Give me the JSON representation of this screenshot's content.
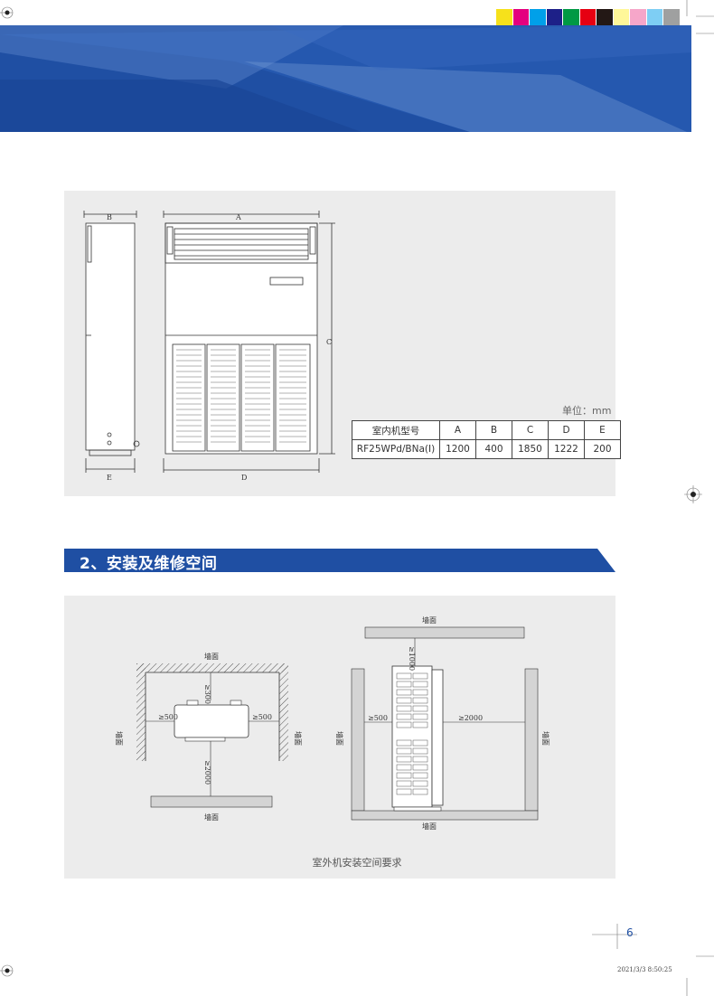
{
  "colors": {
    "banner_blue": "#1f4fa3",
    "panel_gray": "#ececec",
    "swatches": [
      "#f6e11b",
      "#e4007f",
      "#00a0e9",
      "#1d2088",
      "#009944",
      "#e60012",
      "#231815",
      "#fff799",
      "#f6a6c9",
      "#7ecef4",
      "#9fa0a0"
    ]
  },
  "dimension_labels": {
    "a": "A",
    "b": "B",
    "c": "C",
    "d": "D",
    "e": "E"
  },
  "spec_table": {
    "unit_label": "单位：mm",
    "headers": [
      "室内机型号",
      "A",
      "B",
      "C",
      "D",
      "E"
    ],
    "rows": [
      [
        "RF25WPd/BNa(I)",
        "1200",
        "400",
        "1850",
        "1222",
        "200"
      ]
    ]
  },
  "section": {
    "title": "2、安装及维修空间"
  },
  "diagram_left": {
    "wall_top": "墙面",
    "wall_left": "墙面",
    "wall_right": "墙面",
    "wall_bottom": "墙面",
    "dim_left": "≥500",
    "dim_right": "≥500",
    "dim_top": "≥300",
    "dim_bottom": "≥2000"
  },
  "diagram_right": {
    "wall_top": "墙面",
    "wall_left": "墙面",
    "wall_right": "墙面",
    "wall_bottom": "墙面",
    "dim_top": "≥1000",
    "dim_left": "≥500",
    "dim_right": "≥2000"
  },
  "caption": "室外机安装空间要求",
  "page_number": "6",
  "timestamp": "2021/3/3   8:50:25"
}
